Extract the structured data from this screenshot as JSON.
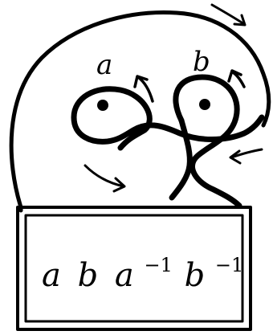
{
  "diagram": {
    "labels": {
      "a": "a",
      "b": "b"
    },
    "box": {
      "parts": [
        {
          "base": "a",
          "sup": ""
        },
        {
          "base": "b",
          "sup": ""
        },
        {
          "base": "a",
          "sup": "−1"
        },
        {
          "base": "b",
          "sup": "−1"
        }
      ]
    },
    "colors": {
      "ink": "#000000",
      "paper": "#ffffff"
    },
    "icons": {
      "arrows": [
        "arrow-icon-top-right",
        "arrow-icon-a",
        "arrow-icon-b",
        "arrow-icon-right",
        "arrow-icon-left"
      ],
      "punctures": [
        "puncture-a",
        "puncture-b"
      ]
    }
  }
}
